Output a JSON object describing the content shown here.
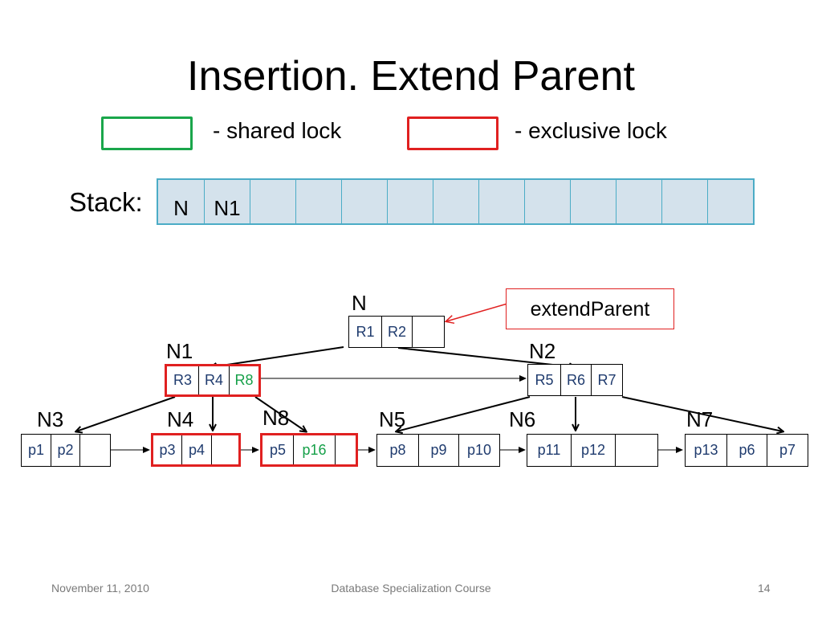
{
  "slide": {
    "title": "Insertion. Extend Parent",
    "legend": {
      "shared_text": "- shared lock",
      "exclusive_text": "- exclusive lock",
      "shared_color": "#1aa64b",
      "exclusive_color": "#e02020"
    },
    "stack": {
      "label": "Stack:",
      "cells": [
        "N",
        "N1",
        "",
        "",
        "",
        "",
        "",
        "",
        "",
        "",
        "",
        "",
        ""
      ]
    },
    "tree": {
      "nodes": [
        {
          "label": "N",
          "keys": [
            "R1",
            "R2",
            ""
          ],
          "lock": "none"
        },
        {
          "label": "N1",
          "keys": [
            "R3",
            "R4",
            "R8"
          ],
          "lock": "exclusive",
          "green_keys": [
            2
          ]
        },
        {
          "label": "N2",
          "keys": [
            "R5",
            "R6",
            "R7"
          ],
          "lock": "none"
        },
        {
          "label": "N3",
          "keys": [
            "p1",
            "p2",
            ""
          ],
          "lock": "none"
        },
        {
          "label": "N4",
          "keys": [
            "p3",
            "p4",
            ""
          ],
          "lock": "exclusive"
        },
        {
          "label": "N8",
          "keys": [
            "p5",
            "p16",
            ""
          ],
          "lock": "exclusive",
          "green_keys": [
            1
          ]
        },
        {
          "label": "N5",
          "keys": [
            "p8",
            "p9",
            "p10"
          ],
          "lock": "none"
        },
        {
          "label": "N6",
          "keys": [
            "p11",
            "p12",
            ""
          ],
          "lock": "none"
        },
        {
          "label": "N7",
          "keys": [
            "p13",
            "p6",
            "p7"
          ],
          "lock": "none"
        }
      ],
      "callout": "extendParent"
    },
    "footer": {
      "date": "November 11, 2010",
      "course": "Database Specialization Course",
      "page": "14"
    }
  }
}
